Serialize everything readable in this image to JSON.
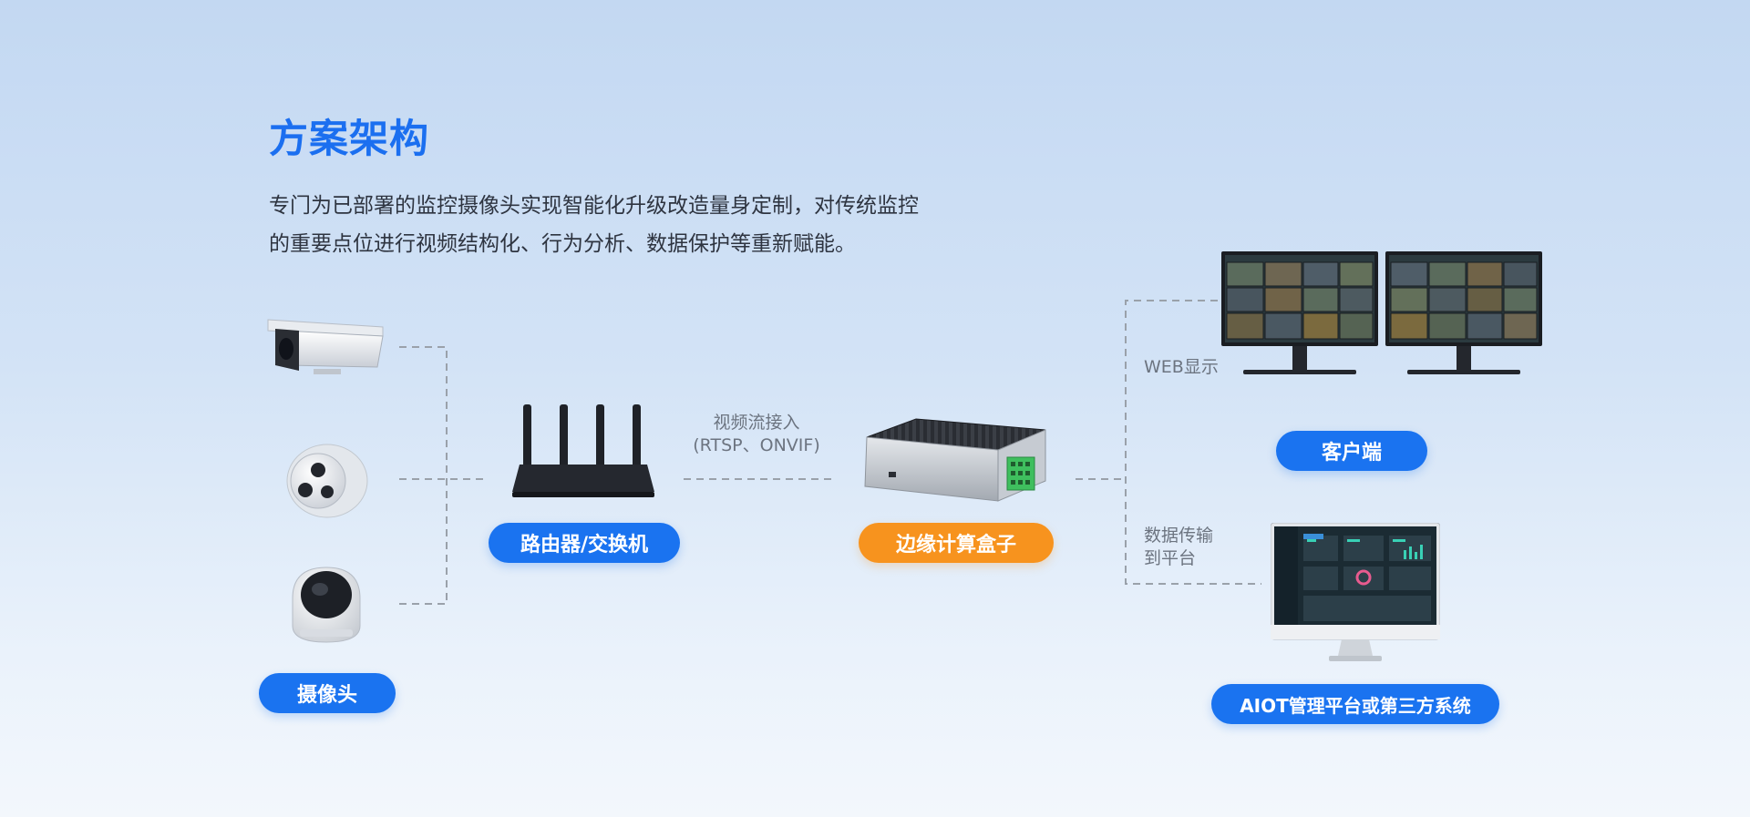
{
  "header": {
    "title": "方案架构",
    "description_lines": [
      "专门为已部署的监控摄像头实现智能化升级改造量身定制，对传统监控",
      "的重要点位进行视频结构化、行为分析、数据保护等重新赋能。"
    ]
  },
  "nodes": {
    "camera": {
      "label": "摄像头"
    },
    "router": {
      "label": "路由器/交换机"
    },
    "edge_box": {
      "label": "边缘计算盒子"
    },
    "client": {
      "label": "客户端"
    },
    "platform": {
      "label": "AIOT管理平台或第三方系统"
    }
  },
  "edges": {
    "router_to_box": {
      "line1": "视频流接入",
      "line2": "(RTSP、ONVIF)"
    },
    "box_to_client": {
      "label": "WEB显示"
    },
    "box_to_platform": {
      "line1": "数据传输",
      "line2": "到平台"
    }
  },
  "colors": {
    "title": "#1b6ff0",
    "pill_blue": "#1a73f0",
    "pill_orange": "#f7931e",
    "connector": "#9aa1aa"
  }
}
